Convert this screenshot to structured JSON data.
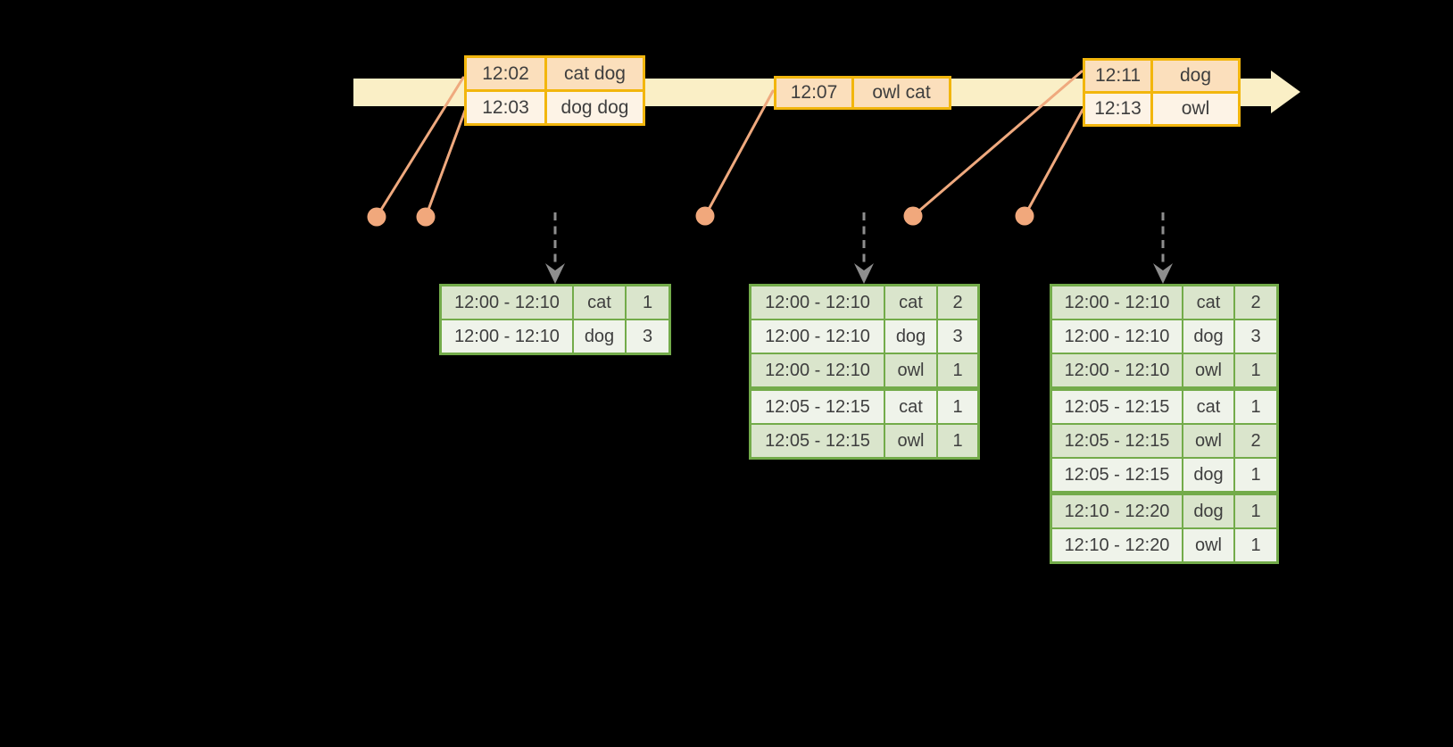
{
  "colors": {
    "background": "#000000",
    "timeline_fill": "#FAEFC6",
    "event_table_border": "#F2B60D",
    "event_row_dark": "#FBDFBC",
    "event_row_light": "#FDF3E6",
    "connector_salmon": "#EFA97E",
    "trigger_arrow_gray": "#8E8E8E",
    "result_table_border": "#73AB4A",
    "result_row_dark": "#DAE5CC",
    "result_row_light": "#EFF3EA",
    "text": "#3E3E3E"
  },
  "timeline": {
    "event_tables": [
      {
        "rows": [
          {
            "time": "12:02",
            "words": "cat dog"
          },
          {
            "time": "12:03",
            "words": "dog dog"
          }
        ]
      },
      {
        "rows": [
          {
            "time": "12:07",
            "words": "owl cat"
          }
        ]
      },
      {
        "rows": [
          {
            "time": "12:11",
            "words": "dog"
          },
          {
            "time": "12:13",
            "words": "owl"
          }
        ]
      }
    ]
  },
  "result_tables": [
    {
      "rows": [
        {
          "window": "12:00 - 12:10",
          "word": "cat",
          "count": "1"
        },
        {
          "window": "12:00 - 12:10",
          "word": "dog",
          "count": "3"
        }
      ]
    },
    {
      "rows": [
        {
          "window": "12:00 - 12:10",
          "word": "cat",
          "count": "2"
        },
        {
          "window": "12:00 - 12:10",
          "word": "dog",
          "count": "3"
        },
        {
          "window": "12:00 - 12:10",
          "word": "owl",
          "count": "1"
        },
        {
          "window": "12:05 - 12:15",
          "word": "cat",
          "count": "1"
        },
        {
          "window": "12:05 - 12:15",
          "word": "owl",
          "count": "1"
        }
      ]
    },
    {
      "rows": [
        {
          "window": "12:00 - 12:10",
          "word": "cat",
          "count": "2"
        },
        {
          "window": "12:00 - 12:10",
          "word": "dog",
          "count": "3"
        },
        {
          "window": "12:00 - 12:10",
          "word": "owl",
          "count": "1"
        },
        {
          "window": "12:05 - 12:15",
          "word": "cat",
          "count": "1"
        },
        {
          "window": "12:05 - 12:15",
          "word": "owl",
          "count": "2"
        },
        {
          "window": "12:05 - 12:15",
          "word": "dog",
          "count": "1"
        },
        {
          "window": "12:10 - 12:20",
          "word": "dog",
          "count": "1"
        },
        {
          "window": "12:10 - 12:20",
          "word": "owl",
          "count": "1"
        }
      ]
    }
  ]
}
